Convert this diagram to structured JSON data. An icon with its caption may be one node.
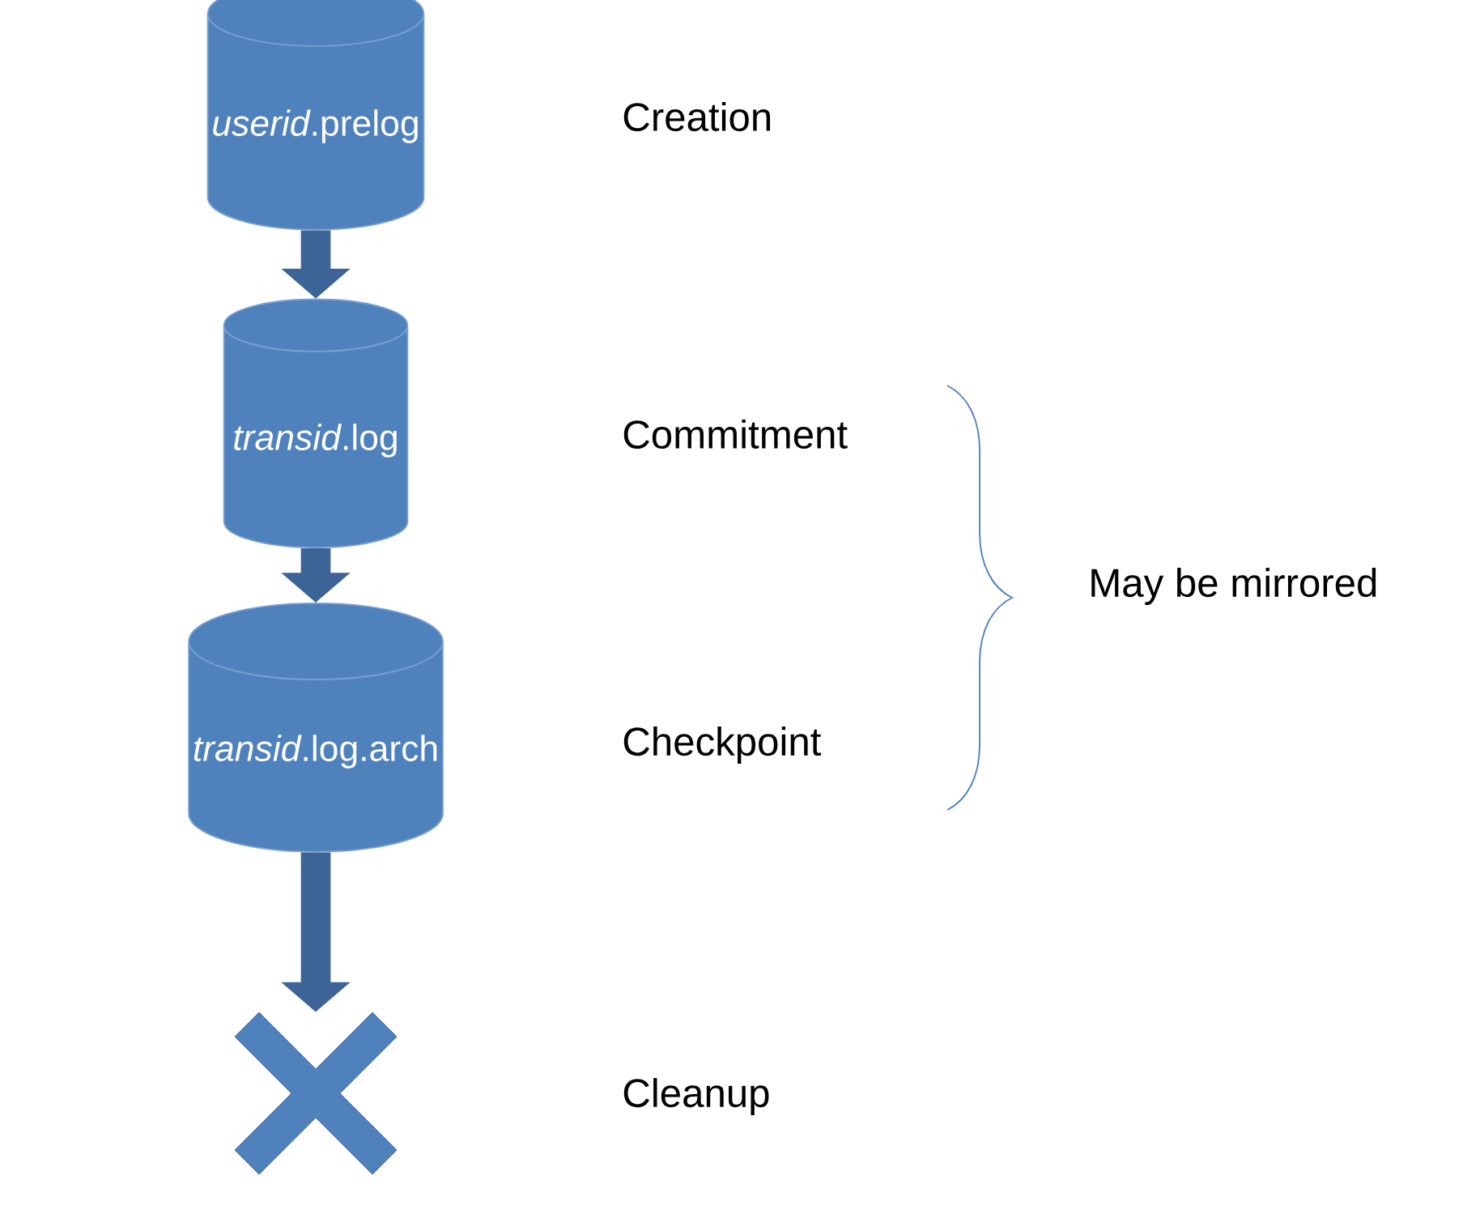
{
  "diagram": {
    "nodes": [
      {
        "text": [
          "*userid*.prelog"
        ]
      },
      {
        "text": [
          "*transid*.log"
        ]
      },
      {
        "text": [
          "*transid*.log.arch"
        ]
      },
      {
        "text": [],
        "shape": "cross"
      }
    ],
    "edges": [
      {
        "from": 0,
        "to": 1,
        "arrow": "to"
      },
      {
        "from": 1,
        "to": 2,
        "arrow": "to"
      },
      {
        "from": 2,
        "to": 3,
        "arrow": "to"
      }
    ],
    "labels": [
      "Creation",
      "Commitment",
      "May be mirrored",
      "Checkpoint",
      "Cleanup"
    ]
  }
}
